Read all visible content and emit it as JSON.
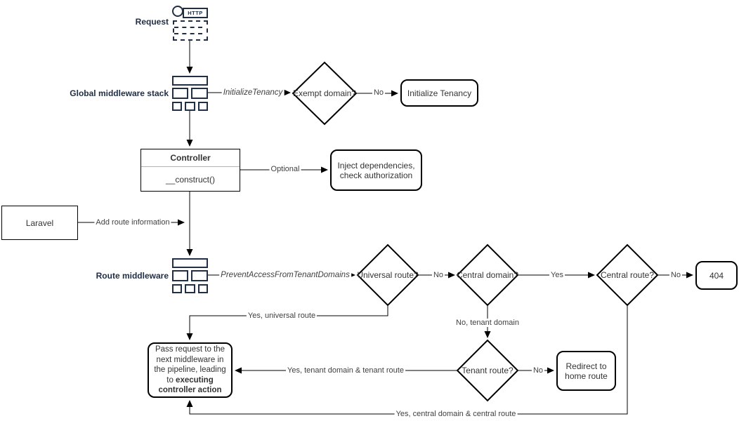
{
  "colors": {
    "background": "#ffffff",
    "shape_stroke": "#000000",
    "shape_text": "#333333",
    "annotation_navy": "#212f45"
  },
  "annotations": {
    "request": "Request",
    "global_middleware": "Global middleware stack",
    "route_middleware": "Route middleware"
  },
  "request_icon": {
    "protocol": "HTTP"
  },
  "nodes": {
    "exempt_domain": "Exempt domain?",
    "initialize_tenancy": "Initialize Tenancy",
    "controller": {
      "title": "Controller",
      "method": "__construct()"
    },
    "inject_dependencies": "Inject dependencies, check authorization",
    "laravel": "Laravel",
    "universal_route": "Universal route?",
    "central_domain": "Central domain?",
    "central_route": "Central route?",
    "not_found": "404",
    "tenant_route": "Tenant route?",
    "redirect_home": "Redirect to home route",
    "pass_request": {
      "text": "Pass request to the next middleware in the pipeline, leading to ",
      "bold": "executing controller action"
    }
  },
  "edges": {
    "initialize_tenancy_middleware": "InitializeTenancy",
    "exempt_no": "No",
    "optional": "Optional",
    "add_route_information": "Add route information",
    "prevent_access_middleware": "PreventAccessFromTenantDomains",
    "universal_no": "No",
    "central_domain_yes": "Yes",
    "central_route_no": "No",
    "universal_yes": "Yes, universal route",
    "central_domain_no": "No, tenant domain",
    "tenant_route_no": "No",
    "tenant_route_yes": "Yes, tenant domain & tenant route",
    "central_route_yes": "Yes, central domain & central route"
  }
}
